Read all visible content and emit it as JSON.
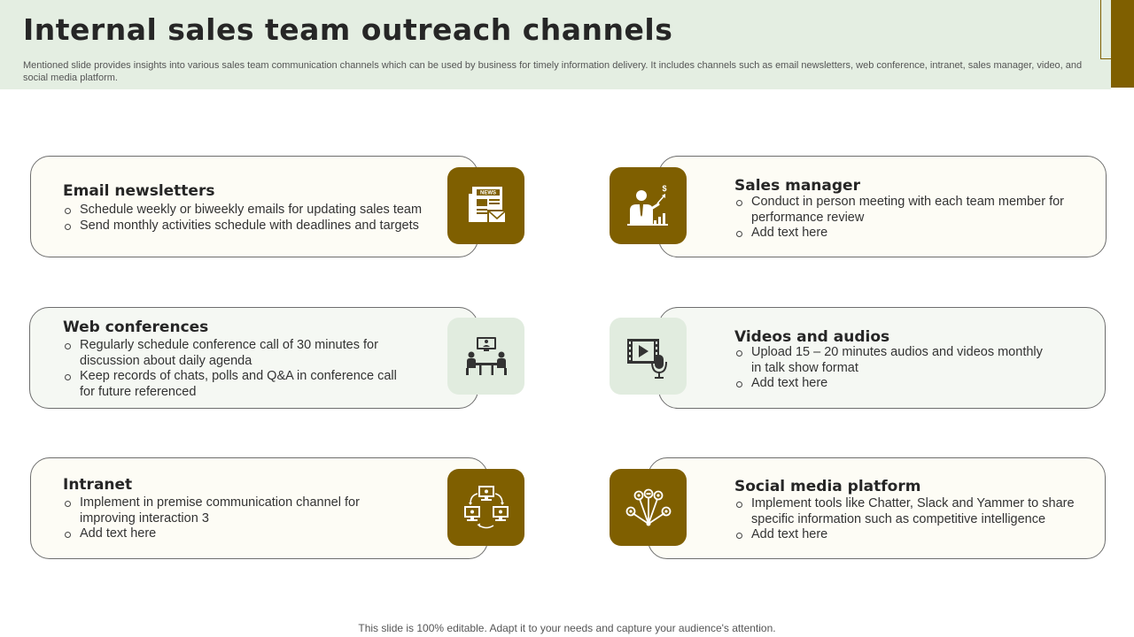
{
  "header": {
    "title": "Internal sales team outreach channels",
    "subtitle": "Mentioned slide provides insights into various sales team communication channels which can be used by business for timely information delivery. It includes channels such as email newsletters, web conference, intranet, sales manager, video, and social media platform."
  },
  "colors": {
    "accent": "#7f5f00",
    "header_band": "#e4eee2",
    "light_icon_bg": "#e1ecdf"
  },
  "channels": {
    "email": {
      "title": "Email newsletters",
      "icon": "newspaper-envelope-icon",
      "badge": "NEWS",
      "bullets": [
        "Schedule weekly or biweekly emails for updating sales team",
        "Send monthly activities schedule with deadlines and targets"
      ]
    },
    "manager": {
      "title": "Sales manager",
      "icon": "businessman-presenting-icon",
      "bullets": [
        "Conduct in person meeting with each team member for performance review",
        "Add text here"
      ]
    },
    "web": {
      "title": "Web conferences",
      "icon": "video-conference-icon",
      "bullets": [
        "Regularly schedule conference call of 30 minutes for discussion about daily agenda",
        "Keep records of chats, polls and Q&A in conference call for future referenced"
      ]
    },
    "video": {
      "title": "Videos and audios",
      "icon": "video-microphone-icon",
      "bullets": [
        "Upload 15 – 20 minutes audios and videos monthly in talk show format",
        "Add text here"
      ]
    },
    "intranet": {
      "title": "Intranet",
      "icon": "network-computers-icon",
      "bullets": [
        "Implement in premise communication channel for improving interaction 3",
        "Add text here"
      ]
    },
    "social": {
      "title": "Social media platform",
      "icon": "social-network-icon",
      "bullets": [
        "Implement tools like Chatter, Slack and Yammer to share specific information such as competitive intelligence",
        "Add text here"
      ]
    }
  },
  "footer": {
    "note": "This slide is 100% editable. Adapt it to your needs and capture your audience's attention."
  }
}
